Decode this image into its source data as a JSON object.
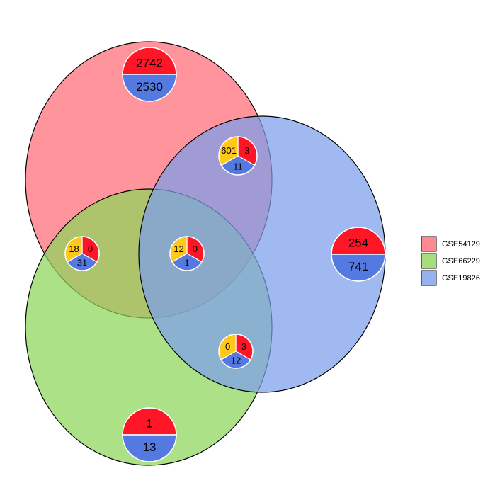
{
  "chart_data": {
    "type": "venn-pie",
    "sets": [
      {
        "name": "GSE54129",
        "color": "#FF6B76"
      },
      {
        "name": "GSE66229",
        "color": "#8ED65A"
      },
      {
        "name": "GSE19826",
        "color": "#7D9EEB"
      }
    ],
    "slice_colors": {
      "up": "#FF1626",
      "down": "#5479E0",
      "mixed": "#FFC81A"
    },
    "regions": [
      {
        "id": "only-GSE54129",
        "sets": [
          "GSE54129"
        ],
        "up": "2742",
        "down": "2530"
      },
      {
        "id": "only-GSE19826",
        "sets": [
          "GSE19826"
        ],
        "up": "254",
        "down": "741"
      },
      {
        "id": "only-GSE66229",
        "sets": [
          "GSE66229"
        ],
        "up": "1",
        "down": "13"
      },
      {
        "id": "GSE54129-GSE19826",
        "sets": [
          "GSE54129",
          "GSE19826"
        ],
        "mixed": "601",
        "up": "3",
        "down": "11"
      },
      {
        "id": "GSE54129-GSE66229",
        "sets": [
          "GSE54129",
          "GSE66229"
        ],
        "mixed": "18",
        "up": "0",
        "down": "31"
      },
      {
        "id": "all-three",
        "sets": [
          "GSE54129",
          "GSE66229",
          "GSE19826"
        ],
        "mixed": "12",
        "up": "0",
        "down": "1"
      },
      {
        "id": "GSE66229-GSE19826",
        "sets": [
          "GSE66229",
          "GSE19826"
        ],
        "mixed": "0",
        "up": "3",
        "down": "12"
      }
    ]
  }
}
